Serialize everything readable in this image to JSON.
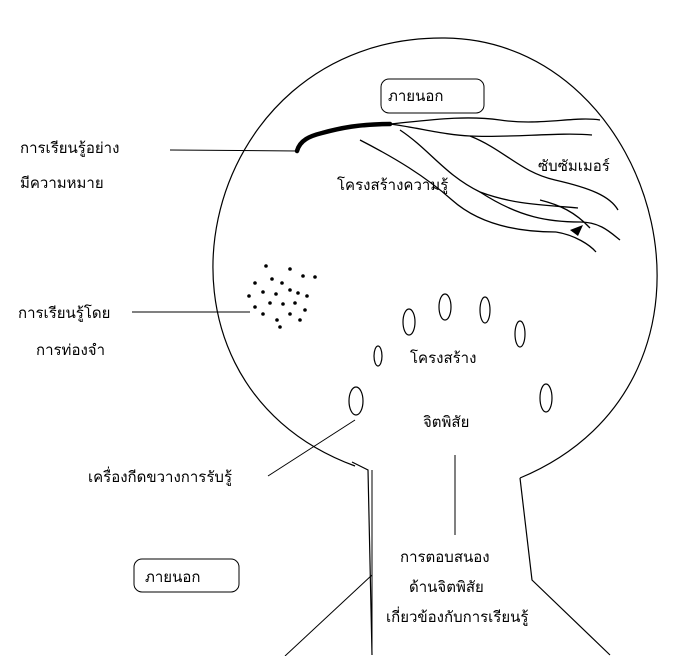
{
  "diagram": {
    "labels": {
      "outside_top": "ภายนอก",
      "outside_bottom": "ภายนอก",
      "meaningful_learning_line1": "การเรียนรู้อย่าง",
      "meaningful_learning_line2": "มีความหมาย",
      "subsumer": "ซับซัมเมอร์",
      "knowledge_structure": "โครงสร้างความรู้",
      "rote_learning_line1": "การเรียนรู้โดย",
      "rote_learning_line2": "การท่องจำ",
      "structure": "โครงสร้าง",
      "mental": "จิตพิสัย",
      "perception_barrier": "เครื่องกีดขวางการรับรู้",
      "response_line1": "การตอบสนอง",
      "response_line2": "ด้านจิตพิสัย",
      "response_line3": "เกี่ยวข้องกับการเรียนรู้"
    },
    "colors": {
      "stroke": "#000000",
      "background": "#ffffff"
    }
  }
}
